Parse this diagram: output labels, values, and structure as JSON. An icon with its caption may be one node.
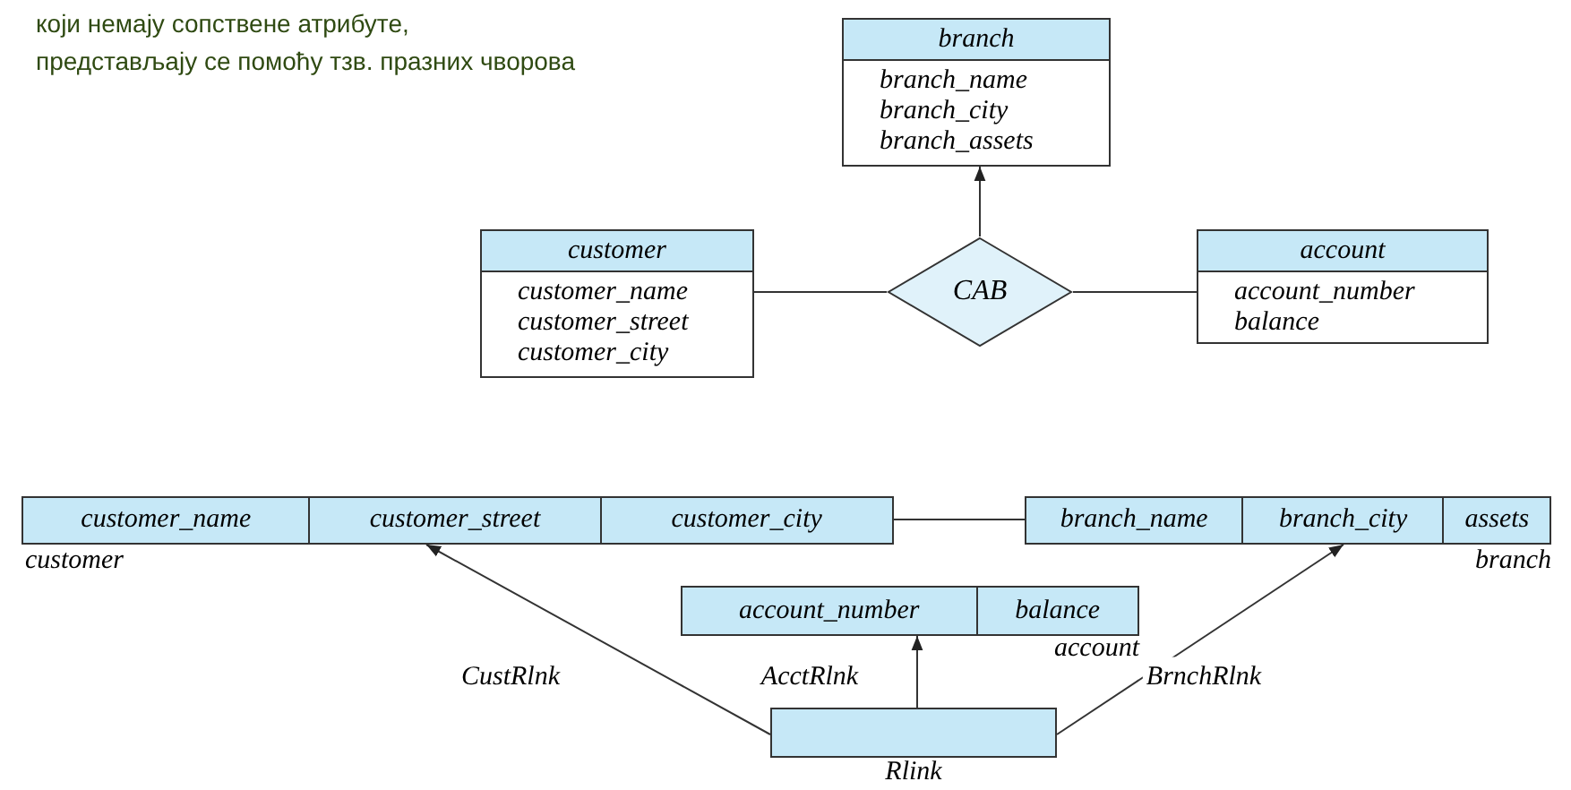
{
  "diagram": {
    "nodes": [
      {
        "text": [
          "branch",
          "branch_name",
          "branch_city",
          "branch_assets"
        ]
      },
      {
        "text": [
          "customer",
          "customer_name",
          "customer_street",
          "customer_city"
        ]
      },
      {
        "text": [
          "CAB"
        ]
      },
      {
        "text": [
          "account",
          "account_number",
          "balance"
        ]
      },
      {
        "text": [
          "customer_name",
          "customer_street",
          "customer_city"
        ],
        "beside": [
          "customer"
        ]
      },
      {
        "text": [
          "branch_name",
          "branch_city",
          "assets"
        ],
        "beside": [
          "branch"
        ]
      },
      {
        "text": [
          "account_number",
          "balance"
        ],
        "beside": [
          "account"
        ]
      },
      {
        "text": [],
        "shape": "box",
        "beside": [
          "Rlink"
        ]
      }
    ],
    "edges": [
      {
        "from": 1,
        "to": 2,
        "arrow": "none"
      },
      {
        "from": 2,
        "to": 3,
        "arrow": "none"
      },
      {
        "from": 2,
        "to": 0,
        "arrow": "to"
      },
      {
        "from": 4,
        "to": 5,
        "arrow": "none"
      },
      {
        "from": 7,
        "to": 4,
        "arrow": "to",
        "label": "CustRlnk"
      },
      {
        "from": 7,
        "to": 6,
        "arrow": "to",
        "label": "AcctRlnk"
      },
      {
        "from": 7,
        "to": 5,
        "arrow": "to",
        "label": "BrnchRlnk"
      }
    ],
    "labels": [
      "који немају сопствене атрибуте, представљају се помоћу тзв. празних чворова"
    ]
  }
}
